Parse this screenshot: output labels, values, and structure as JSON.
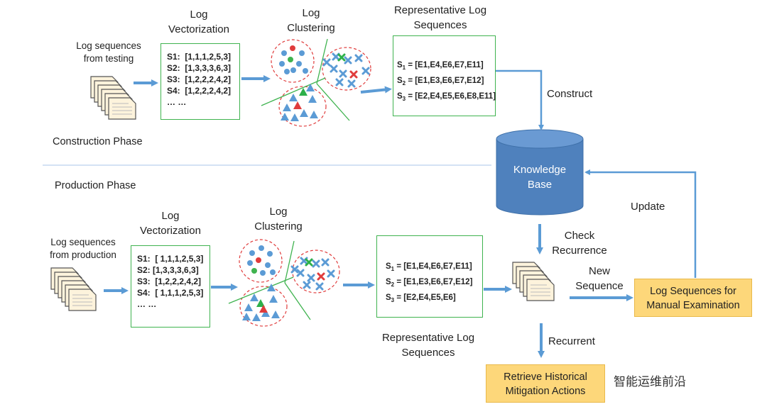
{
  "construction": {
    "phase_label": "Construction Phase",
    "input_label": "Log sequences\nfrom testing",
    "vectorization_title": "Log\nVectorization",
    "vectors": [
      "S1:  [1,1,1,2,5,3]",
      "S2:  [1,3,3,3,6,3]",
      "S3:  [1,2,2,2,4,2]",
      "S4:  [1,2,2,2,4,2]",
      "… …"
    ],
    "clustering_title": "Log\nClustering",
    "representative_title": "Representative Log\nSequences",
    "sequences": [
      {
        "s": "S",
        "n": "1",
        "v": " = [E1,E4,E6,E7,E11]"
      },
      {
        "s": "S",
        "n": "2",
        "v": " = [E1,E3,E6,E7,E12]"
      },
      {
        "s": "S",
        "n": "3",
        "v": " = [E2,E4,E5,E6,E8,E11]"
      }
    ],
    "construct_label": "Construct"
  },
  "knowledge_base": {
    "label": "Knowledge\nBase"
  },
  "production": {
    "phase_label": "Production Phase",
    "input_label": "Log sequences\nfrom production",
    "vectorization_title": "Log\nVectorization",
    "vectors": [
      "S1:  [ 1,1,1,2,5,3]",
      "S2: [1,3,3,3,6,3]",
      "S3:  [1,2,2,2,4,2]",
      "S4:  [ 1,1,1,2,5,3]",
      "… …"
    ],
    "clustering_title": "Log\nClustering",
    "sequences": [
      {
        "s": "S",
        "n": "1",
        "v": " = [E1,E4,E6,E7,E11]"
      },
      {
        "s": "S",
        "n": "2",
        "v": " = [E1,E3,E6,E7,E12]"
      },
      {
        "s": "S",
        "n": "3",
        "v": " = [E2,E4,E5,E6]"
      }
    ],
    "representative_title": "Representative Log\nSequences",
    "check_label": "Check\nRecurrence",
    "new_label": "New\nSequence",
    "recurrent_label": "Recurrent",
    "update_label": "Update",
    "manual_note": "Log Sequences for\nManual Examination",
    "retrieve_note": "Retrieve Historical\nMitigation Actions"
  },
  "watermark": "智能运维前沿",
  "colors": {
    "arrow": "#5b9bd5",
    "box_border": "#3fb34f",
    "note_fill": "#fdd77a",
    "kb_fill": "#4f81bd",
    "cluster_border": "#e03c3c"
  }
}
